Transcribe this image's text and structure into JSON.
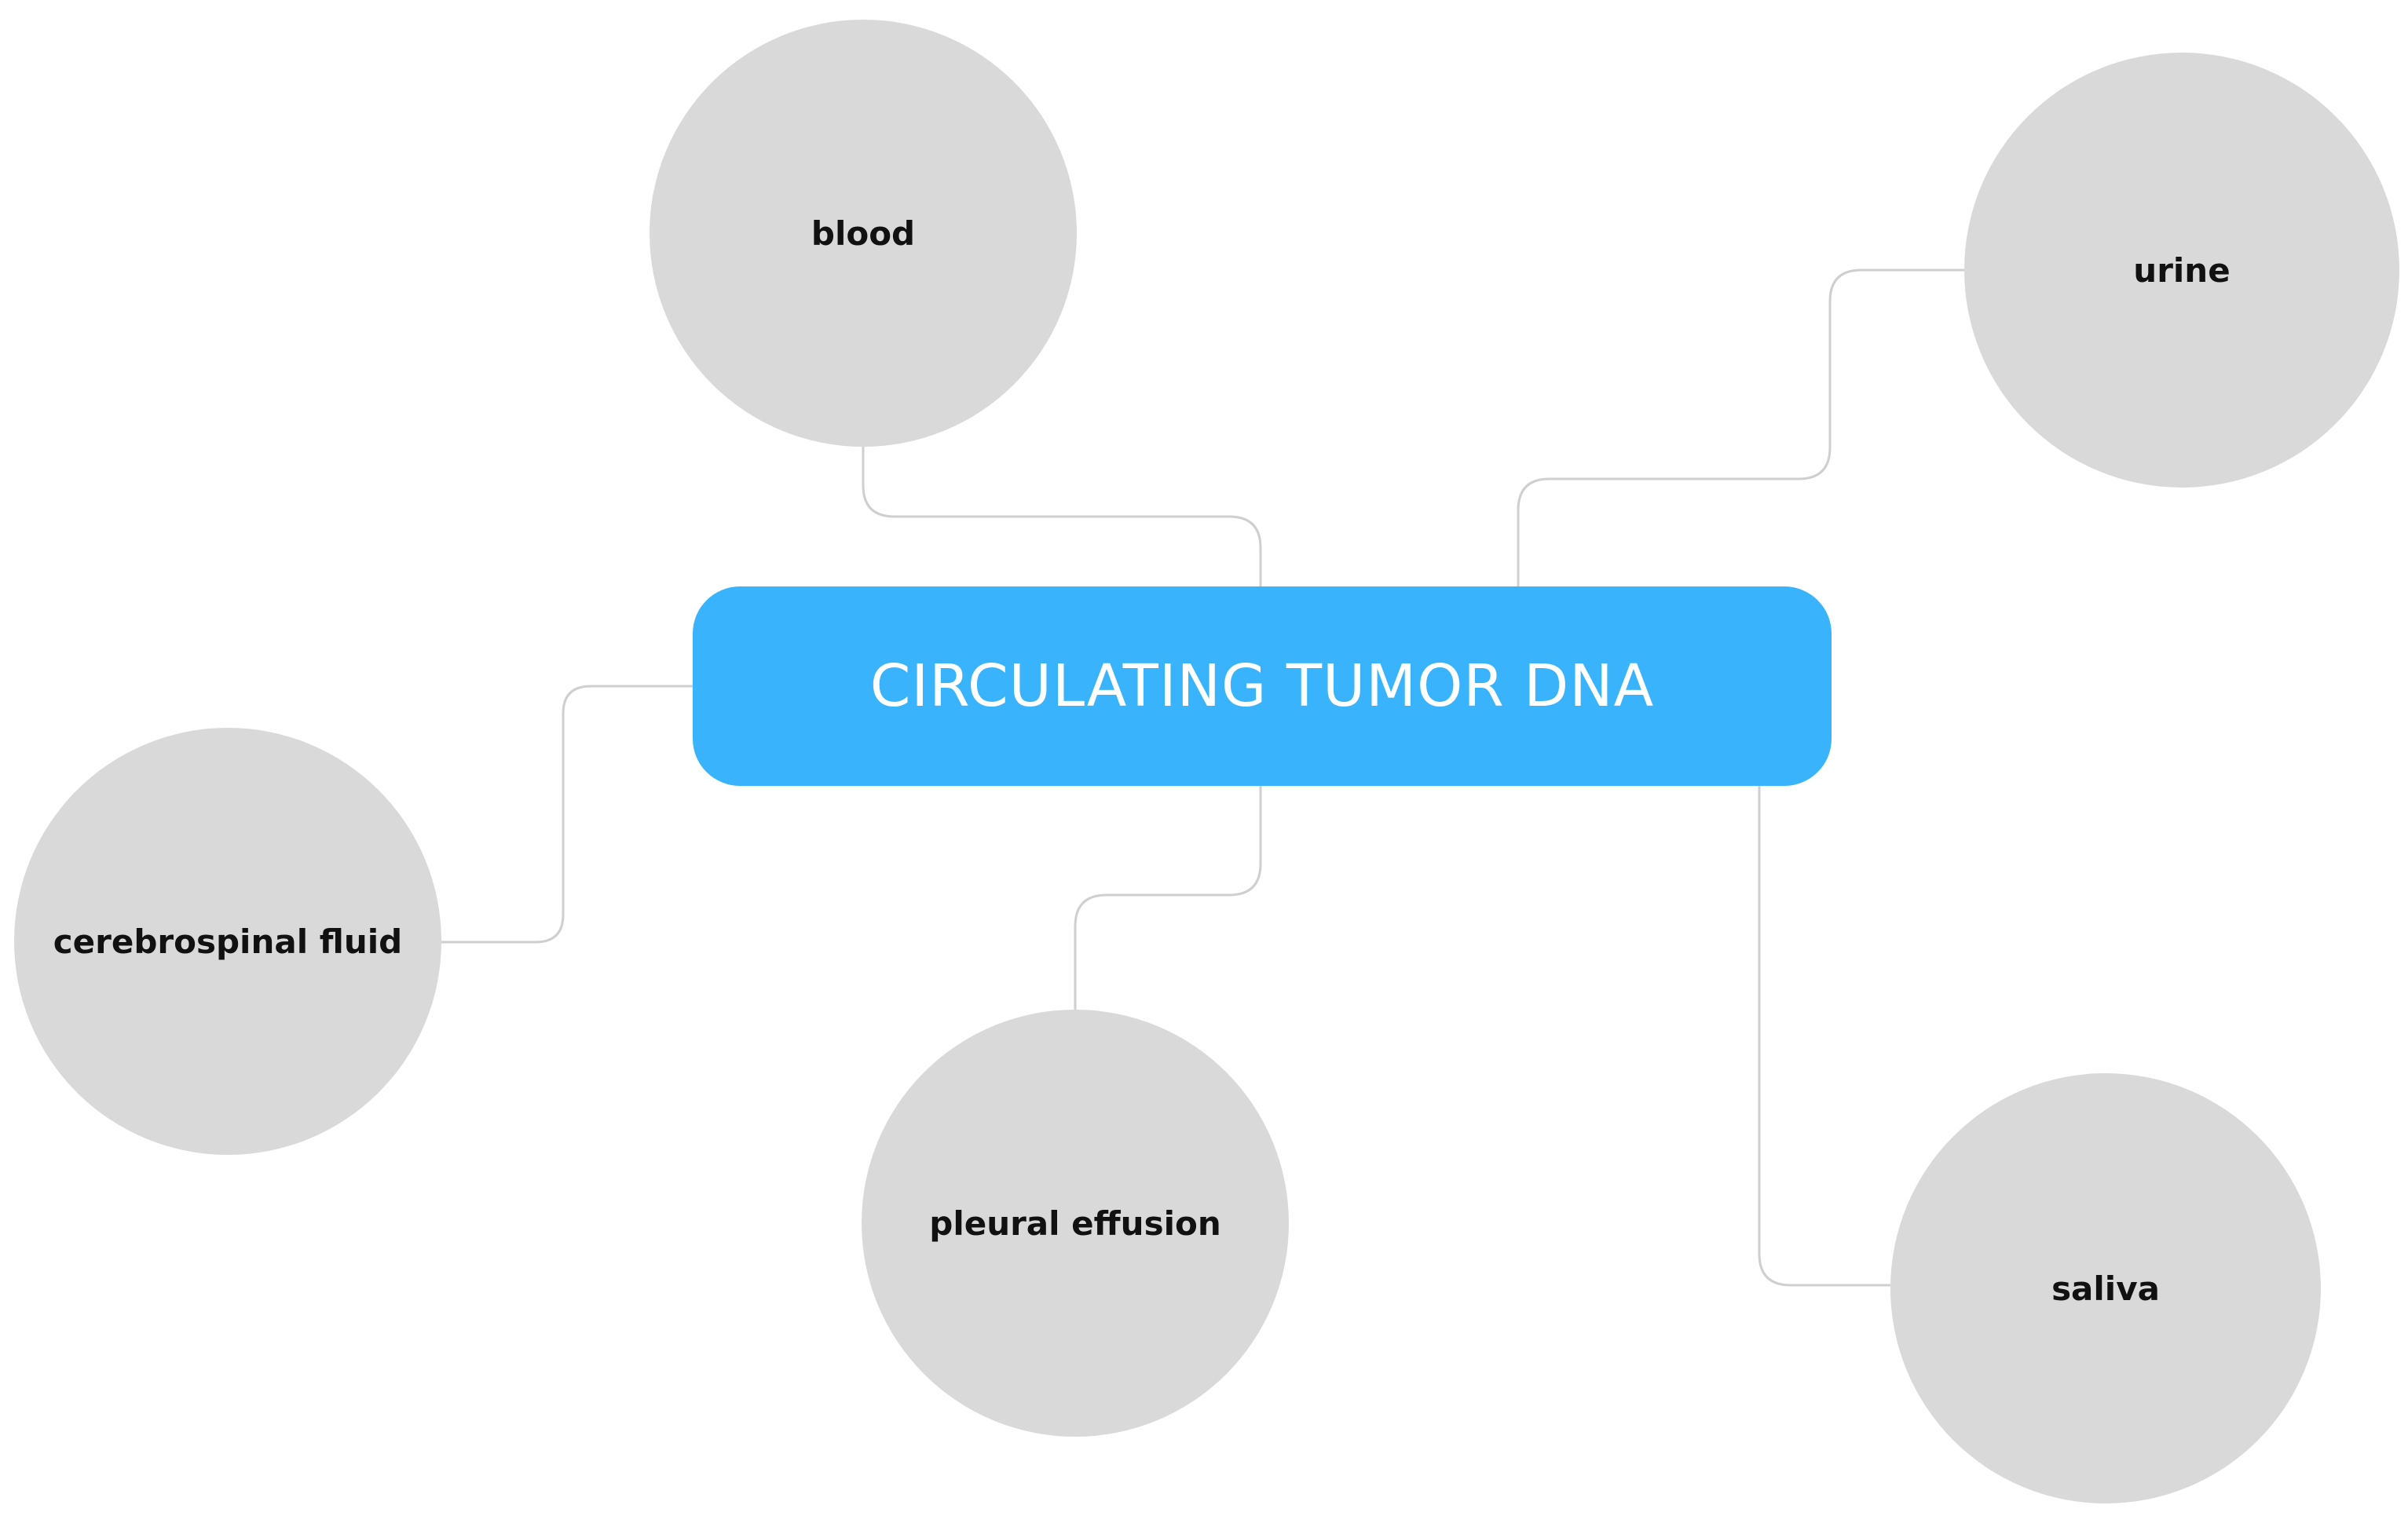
{
  "diagram": {
    "center": {
      "label": "CIRCULATING TUMOR DNA"
    },
    "nodes": [
      {
        "id": "blood",
        "label": "blood"
      },
      {
        "id": "urine",
        "label": "urine"
      },
      {
        "id": "cerebrospinal-fluid",
        "label": "cerebrospinal fluid"
      },
      {
        "id": "pleural-effusion",
        "label": "pleural effusion"
      },
      {
        "id": "saliva",
        "label": "saliva"
      }
    ]
  },
  "colors": {
    "center_fill": "#39b4fc",
    "center_text": "#ffffff",
    "node_fill": "#d9d9d9",
    "node_text": "#111111",
    "connector": "#cfcfcf"
  }
}
